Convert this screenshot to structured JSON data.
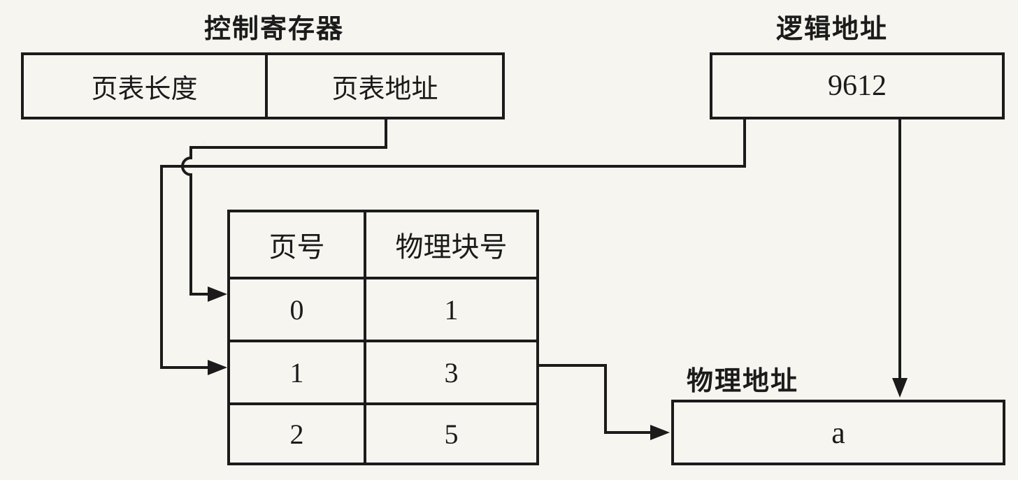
{
  "diagram": {
    "control_register": {
      "title": "控制寄存器",
      "fields": [
        {
          "label": "页表长度"
        },
        {
          "label": "页表地址"
        }
      ]
    },
    "logical_address": {
      "title": "逻辑地址",
      "value": "9612"
    },
    "page_table": {
      "headers": [
        "页号",
        "物理块号"
      ],
      "rows": [
        [
          "0",
          "1"
        ],
        [
          "1",
          "3"
        ],
        [
          "2",
          "5"
        ]
      ]
    },
    "physical_address": {
      "title": "物理地址",
      "value": "a"
    },
    "colors": {
      "line": "#1b1b1b",
      "background": "#f6f5f0"
    }
  }
}
